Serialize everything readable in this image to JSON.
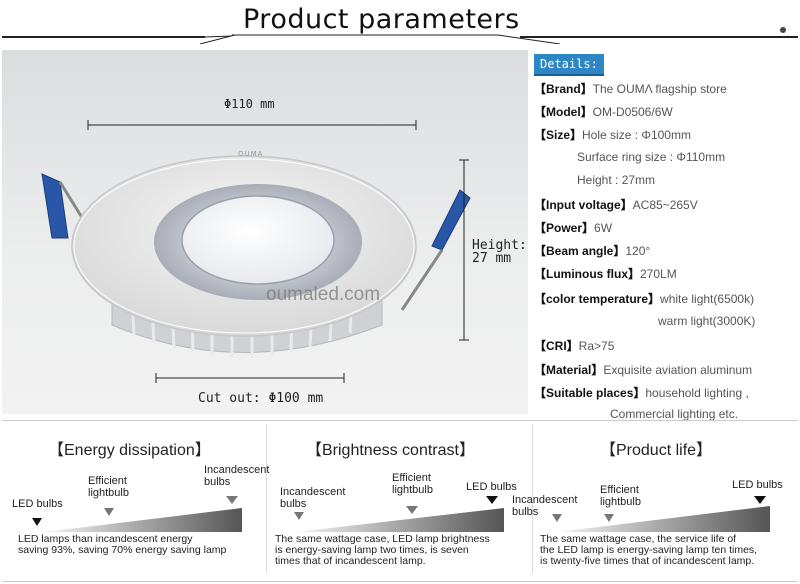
{
  "header": {
    "title": "Product parameters"
  },
  "photo": {
    "dim_width": "Φ110 mm",
    "dim_height_1": "Height:",
    "dim_height_2": "27 mm",
    "dim_cutout": "Cut out: Φ100 mm",
    "brand_mark": "OUMA",
    "watermark": "oumaled.com"
  },
  "details": {
    "tag": "Details:",
    "rows": [
      {
        "label": "【Brand】",
        "value": "The OUMΛ flagship store"
      },
      {
        "label": "【Model】",
        "value": "OM-D0506/6W"
      },
      {
        "label": "【Size】",
        "value": "Hole size : Φ100mm"
      },
      {
        "label": "",
        "value": "Surface ring size : Φ110mm"
      },
      {
        "label": "",
        "value": "Height : 27mm"
      },
      {
        "label": "【Input voltage】",
        "value": "AC85~265V"
      },
      {
        "label": "【Power】",
        "value": "6W"
      },
      {
        "label": "【Beam angle】",
        "value": "120°"
      },
      {
        "label": "【Luminous flux】",
        "value": "270LM"
      },
      {
        "label": "【color temperature】",
        "value": "white light(6500k)"
      },
      {
        "label": "",
        "value": "warm light(3000K)"
      },
      {
        "label": "【CRI】",
        "value": "Ra>75"
      },
      {
        "label": "【Material】",
        "value": "Exquisite aviation aluminum"
      },
      {
        "label": "【Suitable places】",
        "value": "household lighting ,"
      },
      {
        "label": "",
        "value": "Commercial lighting etc."
      }
    ]
  },
  "panels": {
    "energy": {
      "title": "【Energy dissipation】",
      "labels": [
        "LED bulbs",
        "Efficient lightbulb",
        "Incandescent bulbs"
      ],
      "desc": [
        "LED lamps than incandescent energy",
        "saving 93%, saving 70% energy saving lamp"
      ]
    },
    "brightness": {
      "title": "【Brightness contrast】",
      "labels": [
        "Incandescent bulbs",
        "Efficient lightbulb",
        "LED bulbs"
      ],
      "desc": [
        "The same wattage case, LED lamp brightness",
        "is energy-saving lamp two times, is seven",
        "times that of incandescent lamp."
      ]
    },
    "life": {
      "title": "【Product life】",
      "labels": [
        "Incandescent bulbs",
        "Efficient lightbulb",
        "LED bulbs"
      ],
      "desc": [
        "The same wattage case, the service life of",
        "the LED lamp is energy-saving lamp ten times,",
        "is twenty-five times that of incandescent lamp."
      ]
    }
  },
  "colors": {
    "details_tag": "#2f86c4",
    "clip_blue": "#2a56a8"
  }
}
